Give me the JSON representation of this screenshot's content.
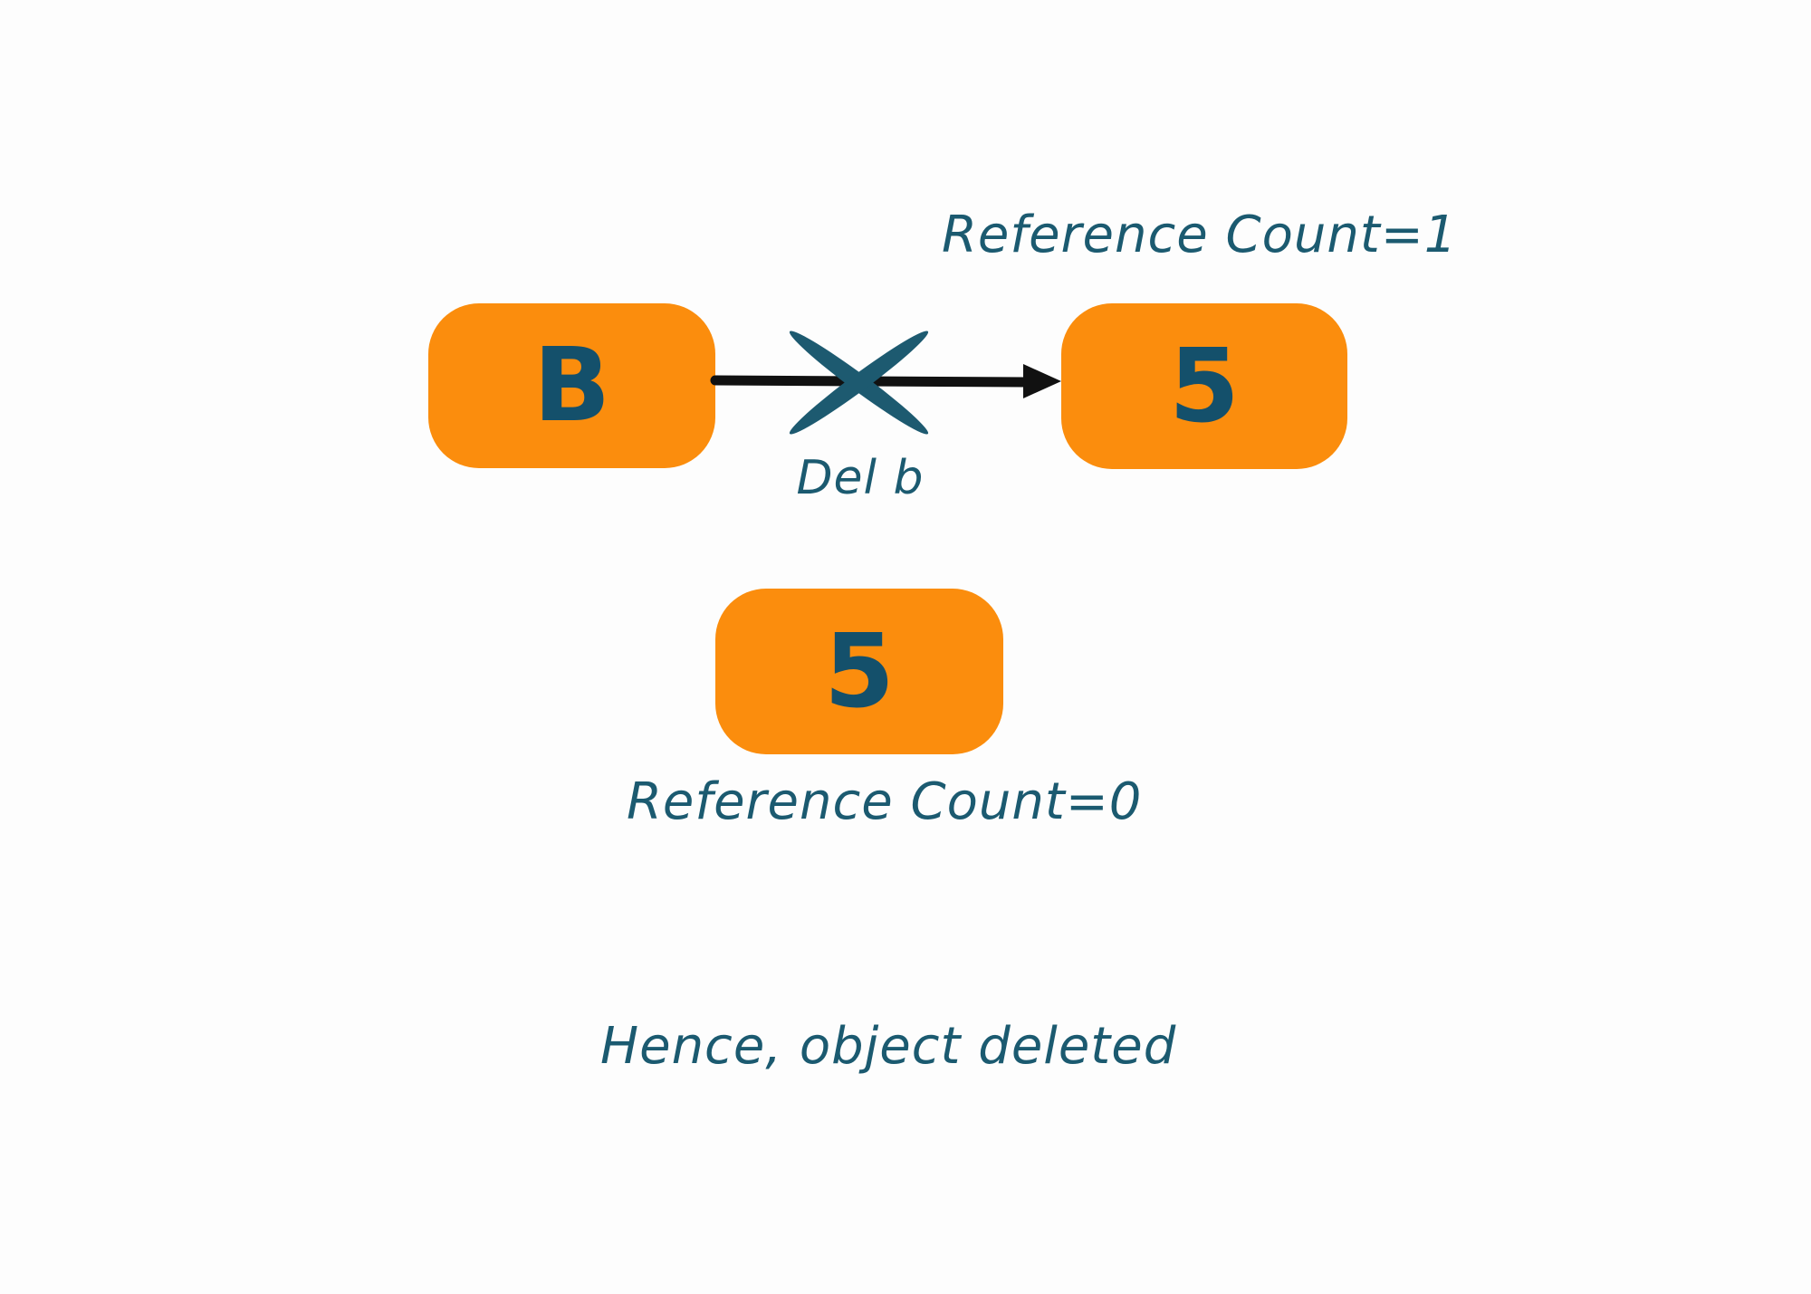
{
  "diagram": {
    "description": "Python reference counting diagram: deleting variable b drops object 5's reference count to zero",
    "colors": {
      "background": "#FDFDFD",
      "box_fill": "#FB8D0D",
      "box_label": "#14506B",
      "handwriting": "#1B5A70",
      "arrow": "#111111",
      "cross": "#1D5A70"
    },
    "step1": {
      "reference_count_label": "Reference Count=1",
      "variable_box_label": "B",
      "object_box_label": "5",
      "delete_operation_label": "Del b"
    },
    "step2": {
      "object_box_label": "5",
      "reference_count_label": "Reference Count=0"
    },
    "conclusion_label": "Hence, object deleted"
  }
}
